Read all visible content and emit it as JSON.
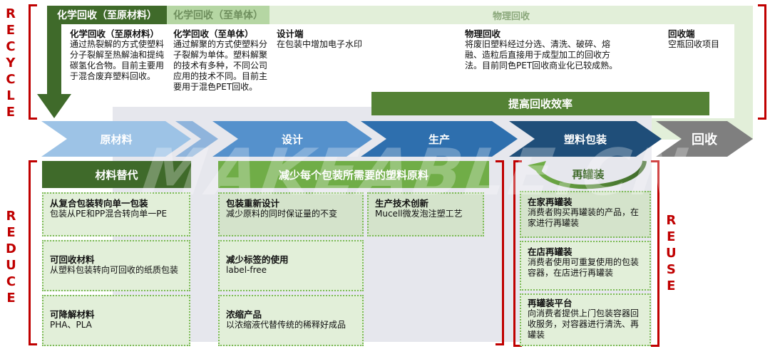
{
  "side_labels": {
    "recycle": [
      "R",
      "E",
      "C",
      "Y",
      "C",
      "L",
      "E"
    ],
    "reduce": [
      "R",
      "E",
      "D",
      "U",
      "C",
      "E"
    ],
    "reuse": [
      "R",
      "E",
      "U",
      "S",
      "E"
    ]
  },
  "recycle": {
    "header_strips": {
      "chemical_raw": "化学回收（至原材料）",
      "chemical_monomer": "化学回收（至单体）",
      "physical": "物理回收"
    },
    "columns": [
      {
        "title": "化学回收（至原材料）",
        "body": "通过热裂解的方式使塑料分子裂解至热解油和提纯碳氢化合物。目前主要用于混合废弃塑料回收。"
      },
      {
        "title": "化学回收（至单体）",
        "body": "通过解聚的方式使塑料分子裂解为单体。塑料解聚的技术有多种，不同公司应用的技术不同。目前主要用于混色PET回收。"
      },
      {
        "title": "设计端",
        "body": "在包装中增加电子水印"
      },
      {
        "title": "物理回收",
        "body": "将废旧塑料经过分选、清洗、破碎、熔融、造粒后直接用于成型加工的回收方法。目前同色PET回收商业化已较成熟。"
      },
      {
        "title": "回收端",
        "body": "空瓶回收项目"
      }
    ],
    "efficiency_banner": "提高回收效率"
  },
  "value_chain": {
    "stages": [
      {
        "label": "原材料",
        "color": "#9dc3e6"
      },
      {
        "label": "",
        "color": "#8fb4dc"
      },
      {
        "label": "设计",
        "color": "#5591cc"
      },
      {
        "label": "生产",
        "color": "#2e6fae"
      },
      {
        "label": "塑料包装",
        "color": "#1f4e79"
      },
      {
        "label": "回收",
        "color": "#7f7f7f"
      }
    ]
  },
  "reduce": {
    "material_substitution": {
      "header": "材料替代",
      "cards": [
        {
          "title": "从复合包装转向单一包装",
          "body": "包装从PE和PP混合转向单一PE"
        },
        {
          "title": "可回收材料",
          "body": "从塑料包装转向可回收的纸质包装"
        },
        {
          "title": "可降解材料",
          "body": "PHA、PLA"
        }
      ]
    },
    "less_plastic": {
      "header": "减少每个包装所需要的塑料原料",
      "cards": [
        {
          "title": "包装重新设计",
          "body": "减少原料的同时保证量的不变"
        },
        {
          "title": "减少标签的使用",
          "body": "label-free"
        },
        {
          "title": "浓缩产品",
          "body": "以浓缩液代替传统的稀释好成品"
        },
        {
          "title": "生产技术创新",
          "body": "Mucell微发泡注塑工艺"
        }
      ]
    }
  },
  "reuse": {
    "header": "再罐装",
    "cards": [
      {
        "title": "在家再罐装",
        "body": "消费者购买再罐装的产品，在家进行再罐装"
      },
      {
        "title": "在店再罐装",
        "body": "消费者使用可重复使用的包装容器，在店进行再罐装"
      },
      {
        "title": "再罐装平台",
        "body": "向消费者提供上门包装容器回收服务，对容器进行清洗、再罐装"
      }
    ]
  },
  "watermark": "MAKEABLE.CN",
  "colors": {
    "accent_red": "#c00000",
    "dark_green": "#3f6a2a",
    "mid_green": "#548235",
    "light_green_strip": "#b5d6a3",
    "pale_green": "#e2efd9",
    "grey_band": "#e6e7ed"
  }
}
